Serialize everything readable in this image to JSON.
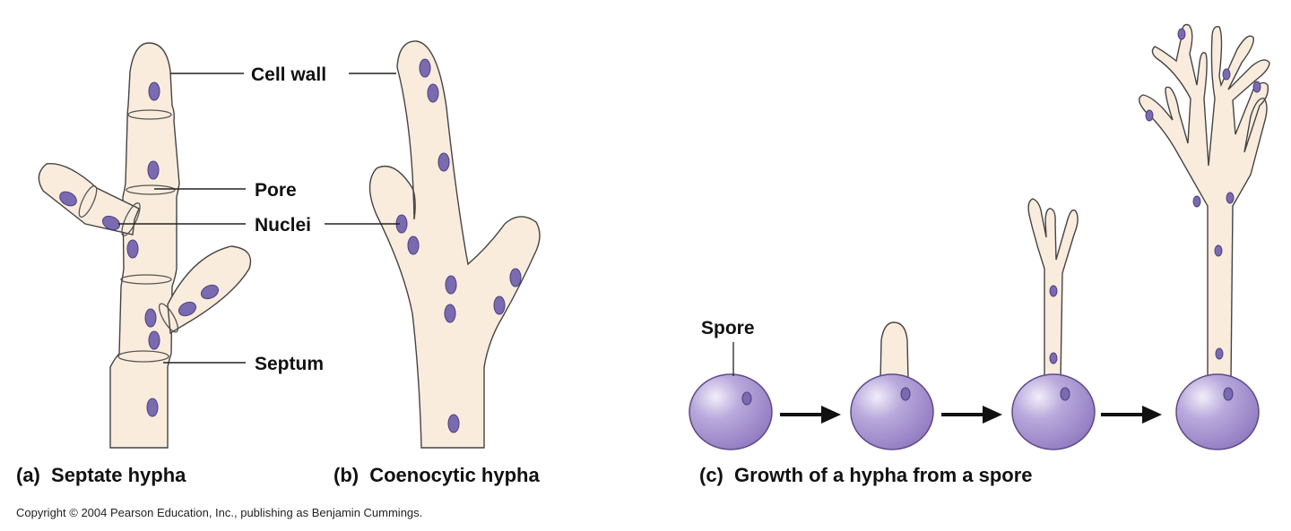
{
  "labels": {
    "cell_wall": "Cell wall",
    "pore": "Pore",
    "nuclei": "Nuclei",
    "septum": "Septum",
    "spore": "Spore"
  },
  "captions": {
    "a_letter": "(a)",
    "a_text": "Septate hypha",
    "b_letter": "(b)",
    "b_text": "Coenocytic hypha",
    "c_letter": "(c)",
    "c_text": "Growth of a hypha from a spore"
  },
  "copyright": "Copyright © 2004 Pearson Education, Inc., publishing as Benjamin Cummings.",
  "colors": {
    "hypha_fill": "#f9ecdc",
    "nucleus": "#7a6bb0",
    "spore": "#a998d0"
  }
}
